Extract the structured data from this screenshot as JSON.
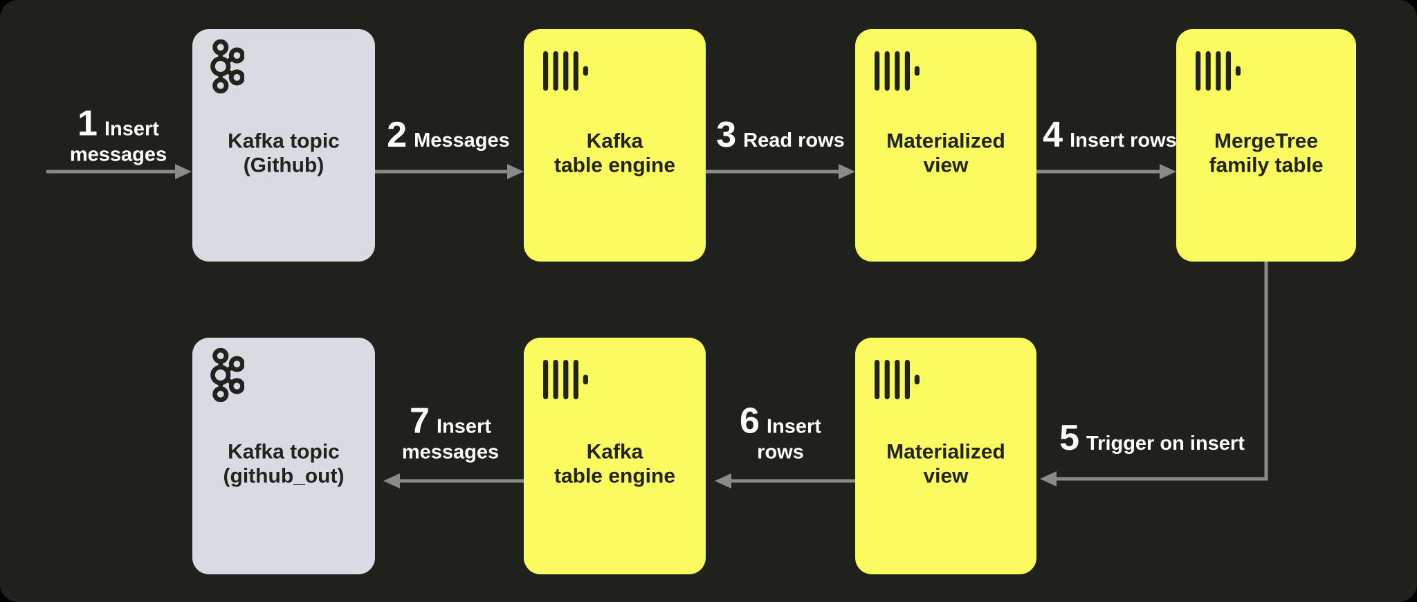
{
  "diagram": {
    "description": "Kafka to ClickHouse data flow",
    "colors": {
      "panel_bg": "#20211b",
      "outer_bg": "#000000",
      "kafka_box": "#d8dbe2",
      "clickhouse_box": "#f9fb5e",
      "arrow": "#8a8a88",
      "dark_text": "#22231d",
      "light_text": "#ffffff"
    }
  },
  "nodes": [
    {
      "id": "kafka-topic-github",
      "title": "Kafka topic\n(Github)",
      "icon": "kafka-icon",
      "variant": "gray"
    },
    {
      "id": "kafka-table-engine-top",
      "title": "Kafka\ntable engine",
      "icon": "clickhouse-icon",
      "variant": "yellow"
    },
    {
      "id": "materialized-view-top",
      "title": "Materialized\nview",
      "icon": "clickhouse-icon",
      "variant": "yellow"
    },
    {
      "id": "mergetree-family-table",
      "title": "MergeTree\nfamily table",
      "icon": "clickhouse-icon",
      "variant": "yellow"
    },
    {
      "id": "materialized-view-bottom",
      "title": "Materialized\nview",
      "icon": "clickhouse-icon",
      "variant": "yellow"
    },
    {
      "id": "kafka-table-engine-bottom",
      "title": "Kafka\ntable engine",
      "icon": "clickhouse-icon",
      "variant": "yellow"
    },
    {
      "id": "kafka-topic-github-out",
      "title": "Kafka topic\n(github_out)",
      "icon": "kafka-icon",
      "variant": "gray"
    }
  ],
  "steps": [
    {
      "num": "1",
      "text": "Insert\nmessages"
    },
    {
      "num": "2",
      "text": "Messages"
    },
    {
      "num": "3",
      "text": "Read rows"
    },
    {
      "num": "4",
      "text": "Insert rows"
    },
    {
      "num": "5",
      "text": "Trigger on insert"
    },
    {
      "num": "6",
      "text": "Insert\nrows"
    },
    {
      "num": "7",
      "text": "Insert\nmessages"
    }
  ]
}
